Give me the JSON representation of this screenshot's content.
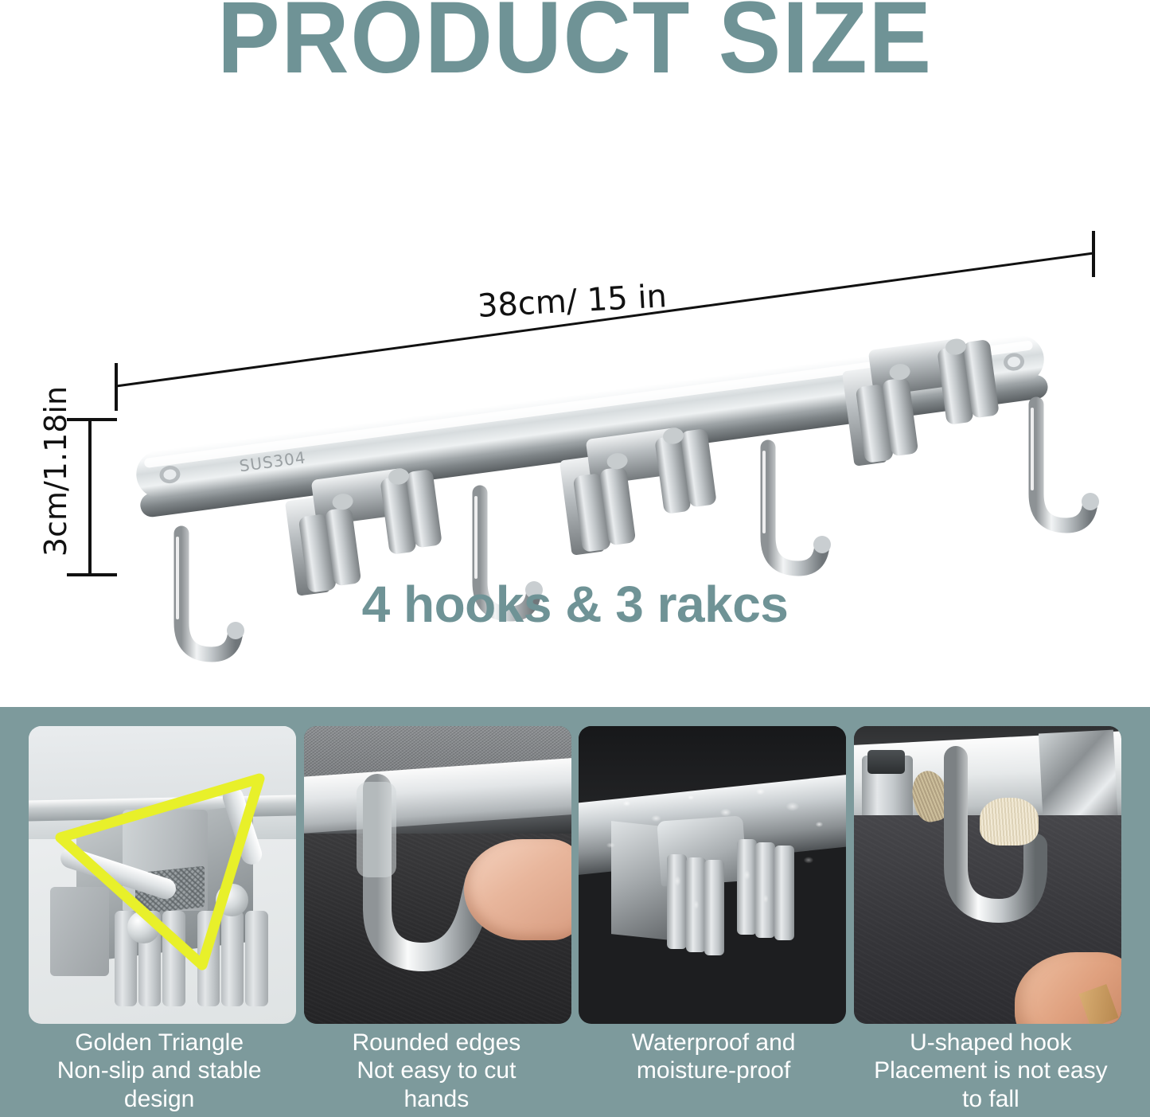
{
  "header": {
    "title": "PRODUCT SIZE"
  },
  "diagram": {
    "width_label": "38",
    "width_unit": "cm/",
    "width_label_in": "15",
    "width_unit_in": "in",
    "width_label_full": "38cm/ 15 in",
    "height_label": "3cm/1.18in",
    "material_stamp": "SUS304",
    "subtitle": "4 hooks & 3 rakcs",
    "hook_count": 4,
    "rack_count": 3
  },
  "features": [
    {
      "photo_name": "golden-triangle-photo",
      "caption_lines": [
        "Golden Triangle",
        "Non-slip and stable",
        "design"
      ]
    },
    {
      "photo_name": "rounded-edges-photo",
      "caption_lines": [
        "Rounded edges",
        "Not easy to cut",
        "hands"
      ]
    },
    {
      "photo_name": "waterproof-photo",
      "caption_lines": [
        "Waterproof and",
        "moisture-proof",
        ""
      ]
    },
    {
      "photo_name": "u-shaped-hook-photo",
      "caption_lines": [
        "U-shaped hook",
        "Placement is not easy",
        "to fall"
      ]
    }
  ],
  "colors": {
    "accent_sage": "#7d9a9c",
    "title_teal": "#6f9396",
    "caption_text": "#ffffff",
    "dimension_line": "#111111",
    "triangle_highlight": "#e8f02a",
    "page_background": "#ffffff"
  }
}
